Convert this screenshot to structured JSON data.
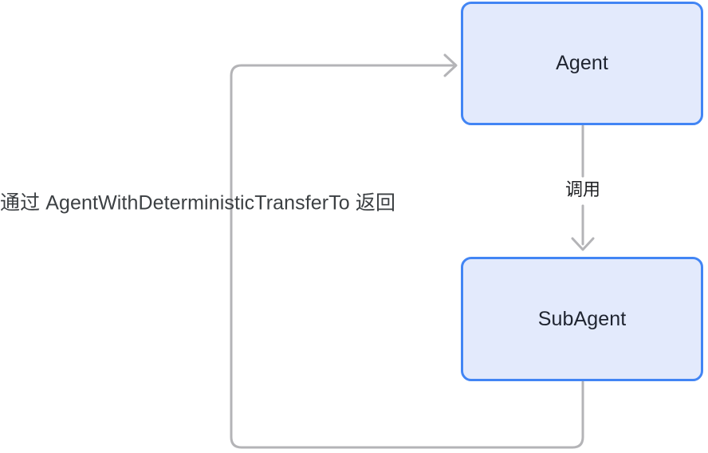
{
  "diagram": {
    "type": "flowchart",
    "background_color": "#ffffff",
    "nodes": [
      {
        "id": "agent",
        "label": "Agent",
        "fill_color": "#e3eafc",
        "border_color": "#4285f4",
        "text_color": "#1f2430"
      },
      {
        "id": "subagent",
        "label": "SubAgent",
        "fill_color": "#e3eafc",
        "border_color": "#4285f4",
        "text_color": "#1f2430"
      }
    ],
    "edges": [
      {
        "id": "invoke",
        "from": "agent",
        "to": "subagent",
        "label": "调用",
        "line_color": "#b4b4b7",
        "text_color": "#202124",
        "direction": "down"
      },
      {
        "id": "return",
        "from": "subagent",
        "to": "agent",
        "label": "通过 AgentWithDeterministicTransferTo 返回",
        "line_color": "#b4b4b7",
        "text_color": "#3c4043",
        "direction": "loop-back-left"
      }
    ]
  }
}
